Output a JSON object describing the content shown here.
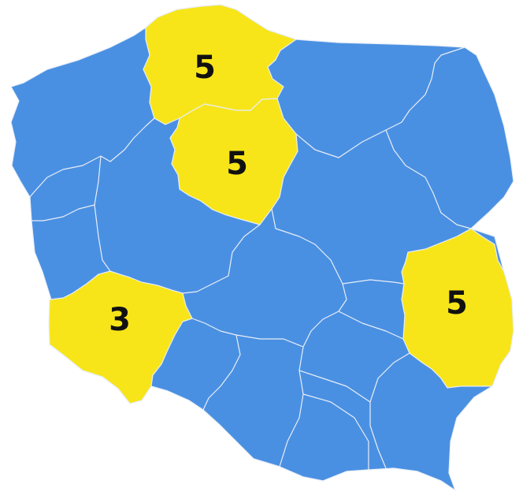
{
  "colors": {
    "base": "#4a90e2",
    "highlight": "#f7e519",
    "border": "#e8eef7",
    "label": "#111111"
  },
  "regions": [
    {
      "id": "pomorskie",
      "highlighted": true,
      "value": "5"
    },
    {
      "id": "kujawsko-pomorskie",
      "highlighted": true,
      "value": "5"
    },
    {
      "id": "dolnoslaskie",
      "highlighted": true,
      "value": "3"
    },
    {
      "id": "lubelskie",
      "highlighted": true,
      "value": "5"
    }
  ]
}
